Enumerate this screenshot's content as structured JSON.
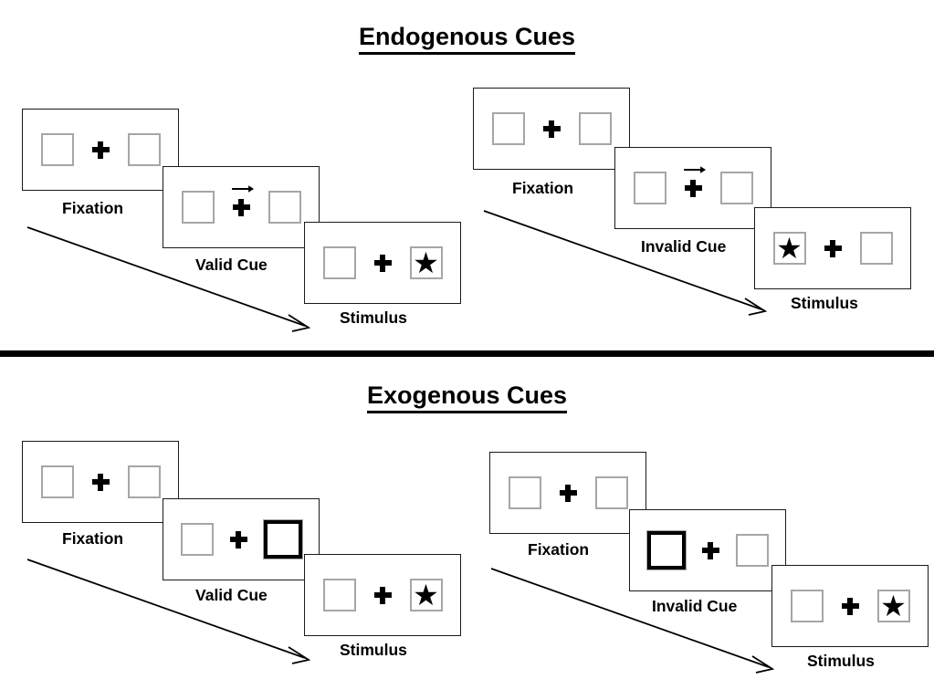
{
  "sections": [
    {
      "id": "endogenous",
      "title": "Endogenous Cues",
      "sequences": [
        {
          "id": "endogenous-valid",
          "cue_label": "Valid Cue",
          "cue_type": "arrow",
          "cue_direction": "right",
          "panels": [
            {
              "id": "endogenous-valid-fixation",
              "label": "Fixation",
              "left_box": "empty",
              "right_box": "empty",
              "center": "plus"
            },
            {
              "id": "endogenous-valid-cue",
              "label": "Valid Cue",
              "left_box": "empty",
              "right_box": "empty",
              "center": "plus-with-right-arrow"
            },
            {
              "id": "endogenous-valid-stimulus",
              "label": "Stimulus",
              "left_box": "empty",
              "right_box": "star",
              "center": "plus"
            }
          ]
        },
        {
          "id": "endogenous-invalid",
          "cue_label": "Invalid Cue",
          "cue_type": "arrow",
          "cue_direction": "right",
          "panels": [
            {
              "id": "endogenous-invalid-fixation",
              "label": "Fixation",
              "left_box": "empty",
              "right_box": "empty",
              "center": "plus"
            },
            {
              "id": "endogenous-invalid-cue",
              "label": "Invalid Cue",
              "left_box": "empty",
              "right_box": "empty",
              "center": "plus-with-right-arrow"
            },
            {
              "id": "endogenous-invalid-stimulus",
              "label": "Stimulus",
              "left_box": "star",
              "right_box": "empty",
              "center": "plus"
            }
          ]
        }
      ]
    },
    {
      "id": "exogenous",
      "title": "Exogenous Cues",
      "sequences": [
        {
          "id": "exogenous-valid",
          "cue_label": "Valid Cue",
          "cue_type": "box-highlight",
          "cue_direction": "right",
          "panels": [
            {
              "id": "exogenous-valid-fixation",
              "label": "Fixation",
              "left_box": "empty",
              "right_box": "empty",
              "center": "plus"
            },
            {
              "id": "exogenous-valid-cue",
              "label": "Valid Cue",
              "left_box": "empty",
              "right_box": "cued",
              "center": "plus"
            },
            {
              "id": "exogenous-valid-stimulus",
              "label": "Stimulus",
              "left_box": "empty",
              "right_box": "star",
              "center": "plus"
            }
          ]
        },
        {
          "id": "exogenous-invalid",
          "cue_label": "Invalid Cue",
          "cue_type": "box-highlight",
          "cue_direction": "left",
          "panels": [
            {
              "id": "exogenous-invalid-fixation",
              "label": "Fixation",
              "left_box": "empty",
              "right_box": "empty",
              "center": "plus"
            },
            {
              "id": "exogenous-invalid-cue",
              "label": "Invalid Cue",
              "left_box": "cued",
              "right_box": "empty",
              "center": "plus"
            },
            {
              "id": "exogenous-invalid-stimulus",
              "label": "Stimulus",
              "left_box": "empty",
              "right_box": "star",
              "center": "plus"
            }
          ]
        }
      ]
    }
  ],
  "glyphs": {
    "star": "★",
    "arrow_cue": "→"
  },
  "colors": {
    "frame_border": "#1a1a1a",
    "box_border": "#a6a6a6",
    "cued_box_border": "#000000",
    "text": "#000000",
    "divider": "#000000",
    "background": "#ffffff"
  }
}
